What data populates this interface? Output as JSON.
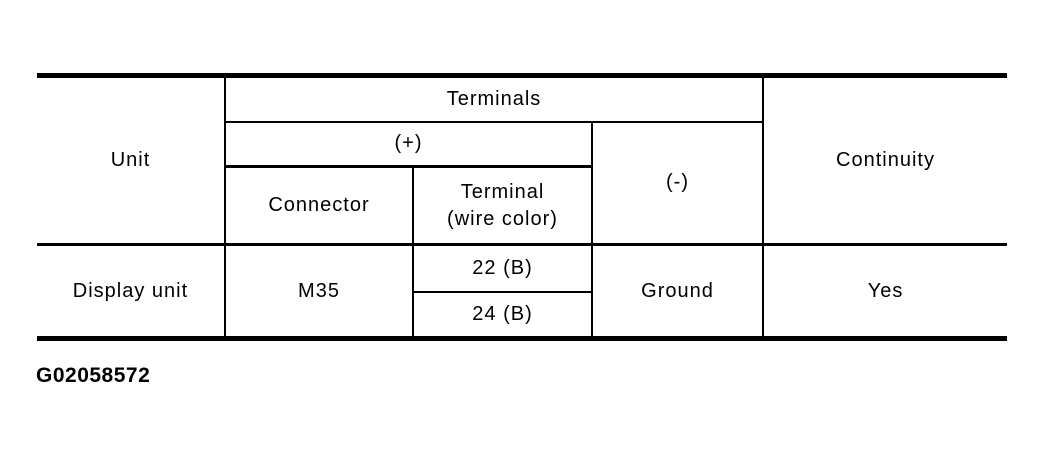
{
  "page": {
    "background_color": "#ffffff",
    "text_color": "#000000",
    "border_color": "#000000"
  },
  "figure_label": "G02058572",
  "table": {
    "header": {
      "unit": "Unit",
      "terminals": "Terminals",
      "plus": "(+)",
      "connector": "Connector",
      "terminal_wire_color": "Terminal\n(wire color)",
      "minus": "(-)",
      "continuity": "Continuity"
    },
    "rows": [
      {
        "unit": "Display unit",
        "connector": "M35",
        "terminal_wire_colors": [
          "22 (B)",
          "24 (B)"
        ],
        "minus": "Ground",
        "continuity": "Yes"
      }
    ]
  }
}
